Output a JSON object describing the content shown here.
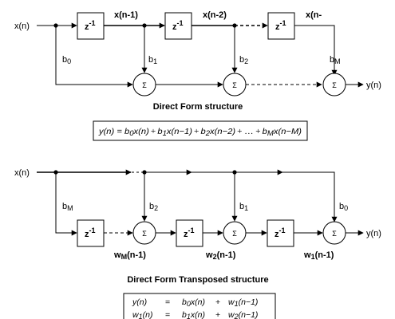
{
  "direct_form": {
    "input_label": "x(n)",
    "output_label": "y(n)",
    "delay_label": "z",
    "delay_exponent": "-1",
    "sum_symbol": "Σ",
    "taps": [
      "x(n-1)",
      "x(n-2)",
      "x(n-"
    ],
    "coefficients": [
      "b",
      "b",
      "b",
      "b"
    ],
    "coefficient_subscripts": [
      "0",
      "1",
      "2",
      "M"
    ],
    "title": "Direct Form structure",
    "equation": {
      "lhs": "y(n) = ",
      "terms": [
        {
          "coef": "b",
          "sub": "0",
          "arg": "x(n)"
        },
        {
          "coef": "b",
          "sub": "1",
          "arg": "x(n−1)"
        },
        {
          "coef": "b",
          "sub": "2",
          "arg": "x(n−2)"
        },
        {
          "coef": "b",
          "sub": "M",
          "arg": "x(n−M)"
        }
      ],
      "plus": "+",
      "dots": "+ … +"
    }
  },
  "transposed_form": {
    "input_label": "x(n)",
    "output_label": "y(n)",
    "delay_label": "z",
    "delay_exponent": "-1",
    "sum_symbol": "Σ",
    "coefficients": [
      "b",
      "b",
      "b",
      "b"
    ],
    "coefficient_subscripts": [
      "M",
      "2",
      "1",
      "0"
    ],
    "states": [
      {
        "w": "w",
        "sub": "M",
        "arg": "(n-1)"
      },
      {
        "w": "w",
        "sub": "2",
        "arg": "(n-1)"
      },
      {
        "w": "w",
        "sub": "1",
        "arg": "(n-1)"
      }
    ],
    "title": "Direct Form Transposed structure",
    "equations": [
      {
        "lhs": "y(n)",
        "lhs_sub": "",
        "eq": "=",
        "mid_coef": "b",
        "mid_sub": "0",
        "mid_arg": "x(n)",
        "plus": "+",
        "rhs": "w",
        "rhs_sub": "1",
        "rhs_arg": "(n−1)"
      },
      {
        "lhs": "w",
        "lhs_sub": "1",
        "lhs_arg": "(n)",
        "eq": "=",
        "mid_coef": "b",
        "mid_sub": "1",
        "mid_arg": "x(n)",
        "plus": "+",
        "rhs": "w",
        "rhs_sub": "2",
        "rhs_arg": "(n−1)"
      }
    ]
  }
}
